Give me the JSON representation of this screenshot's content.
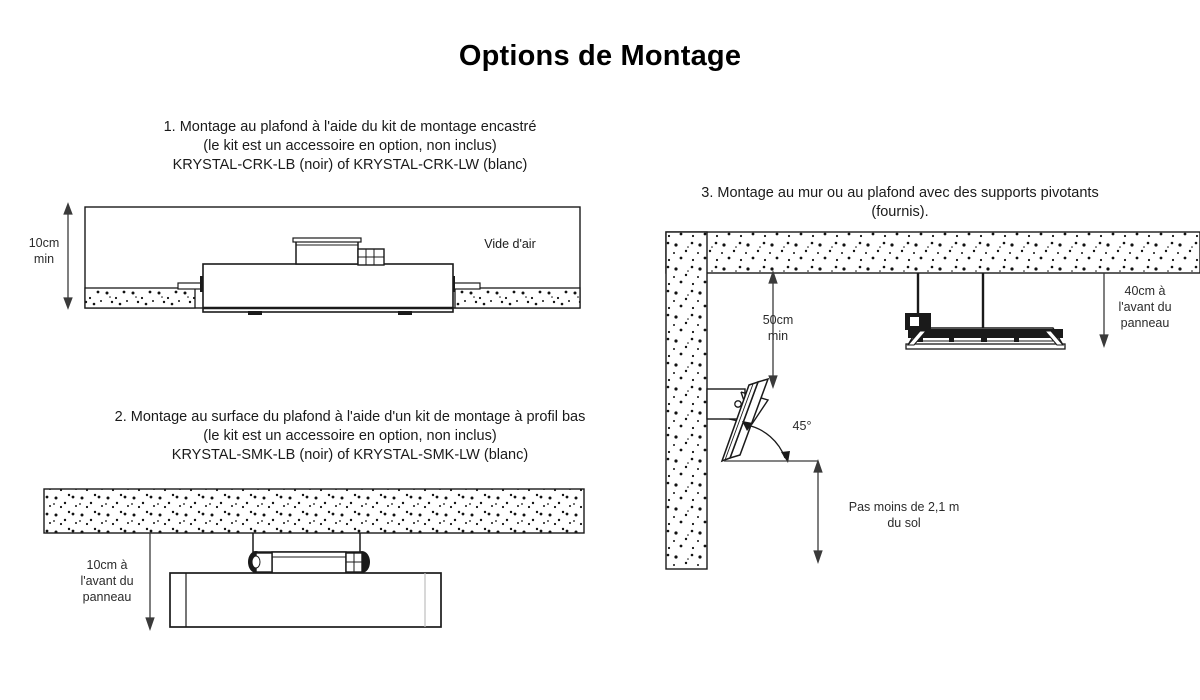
{
  "document": {
    "title": "Options de Montage"
  },
  "sections": [
    {
      "id": "recessed-mount",
      "caption": "1. Montage au plafond à l'aide du kit de montage encastré\n(le kit est un accessoire en option, non inclus)\nKRYSTAL-CRK-LB (noir) of KRYSTAL-CRK-LW (blanc)",
      "labels": {
        "clearance": "10cm\nmin",
        "air_gap": "Vide d'air"
      }
    },
    {
      "id": "surface-mount",
      "caption": "2. Montage au surface du plafond à l'aide d'un kit de montage à profil bas\n(le kit est un accessoire en option, non inclus)\nKRYSTAL-SMK-LB (noir) of KRYSTAL-SMK-LW (blanc)",
      "labels": {
        "drop": "10cm à\nl'avant du\npanneau"
      }
    },
    {
      "id": "swivel-bracket-mount",
      "caption": "3. Montage au mur ou au plafond avec des supports pivotants (fournis).",
      "labels": {
        "ceiling_clearance": "50cm\nmin",
        "tilt_angle": "45°",
        "floor_clearance": "Pas moins de 2,1 m\ndu sol",
        "panel_drop": "40cm à\nl'avant du\npanneau"
      }
    }
  ],
  "colors": {
    "line": "#1a1a1a",
    "dimension": "#4a4a4a",
    "fill": "#ffffff",
    "hatch": "#111111"
  }
}
